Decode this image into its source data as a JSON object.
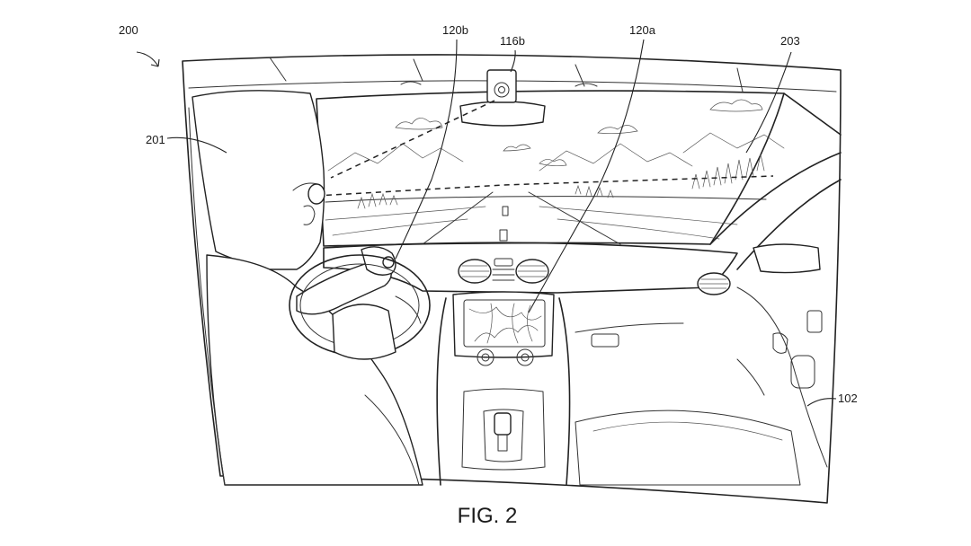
{
  "figure": {
    "caption": "FIG. 2",
    "labels": {
      "system": "200",
      "driver": "201",
      "view": "203",
      "vehicle": "102",
      "camera": "116b",
      "sensor_driver": "120b",
      "sensor_display": "120a"
    }
  }
}
